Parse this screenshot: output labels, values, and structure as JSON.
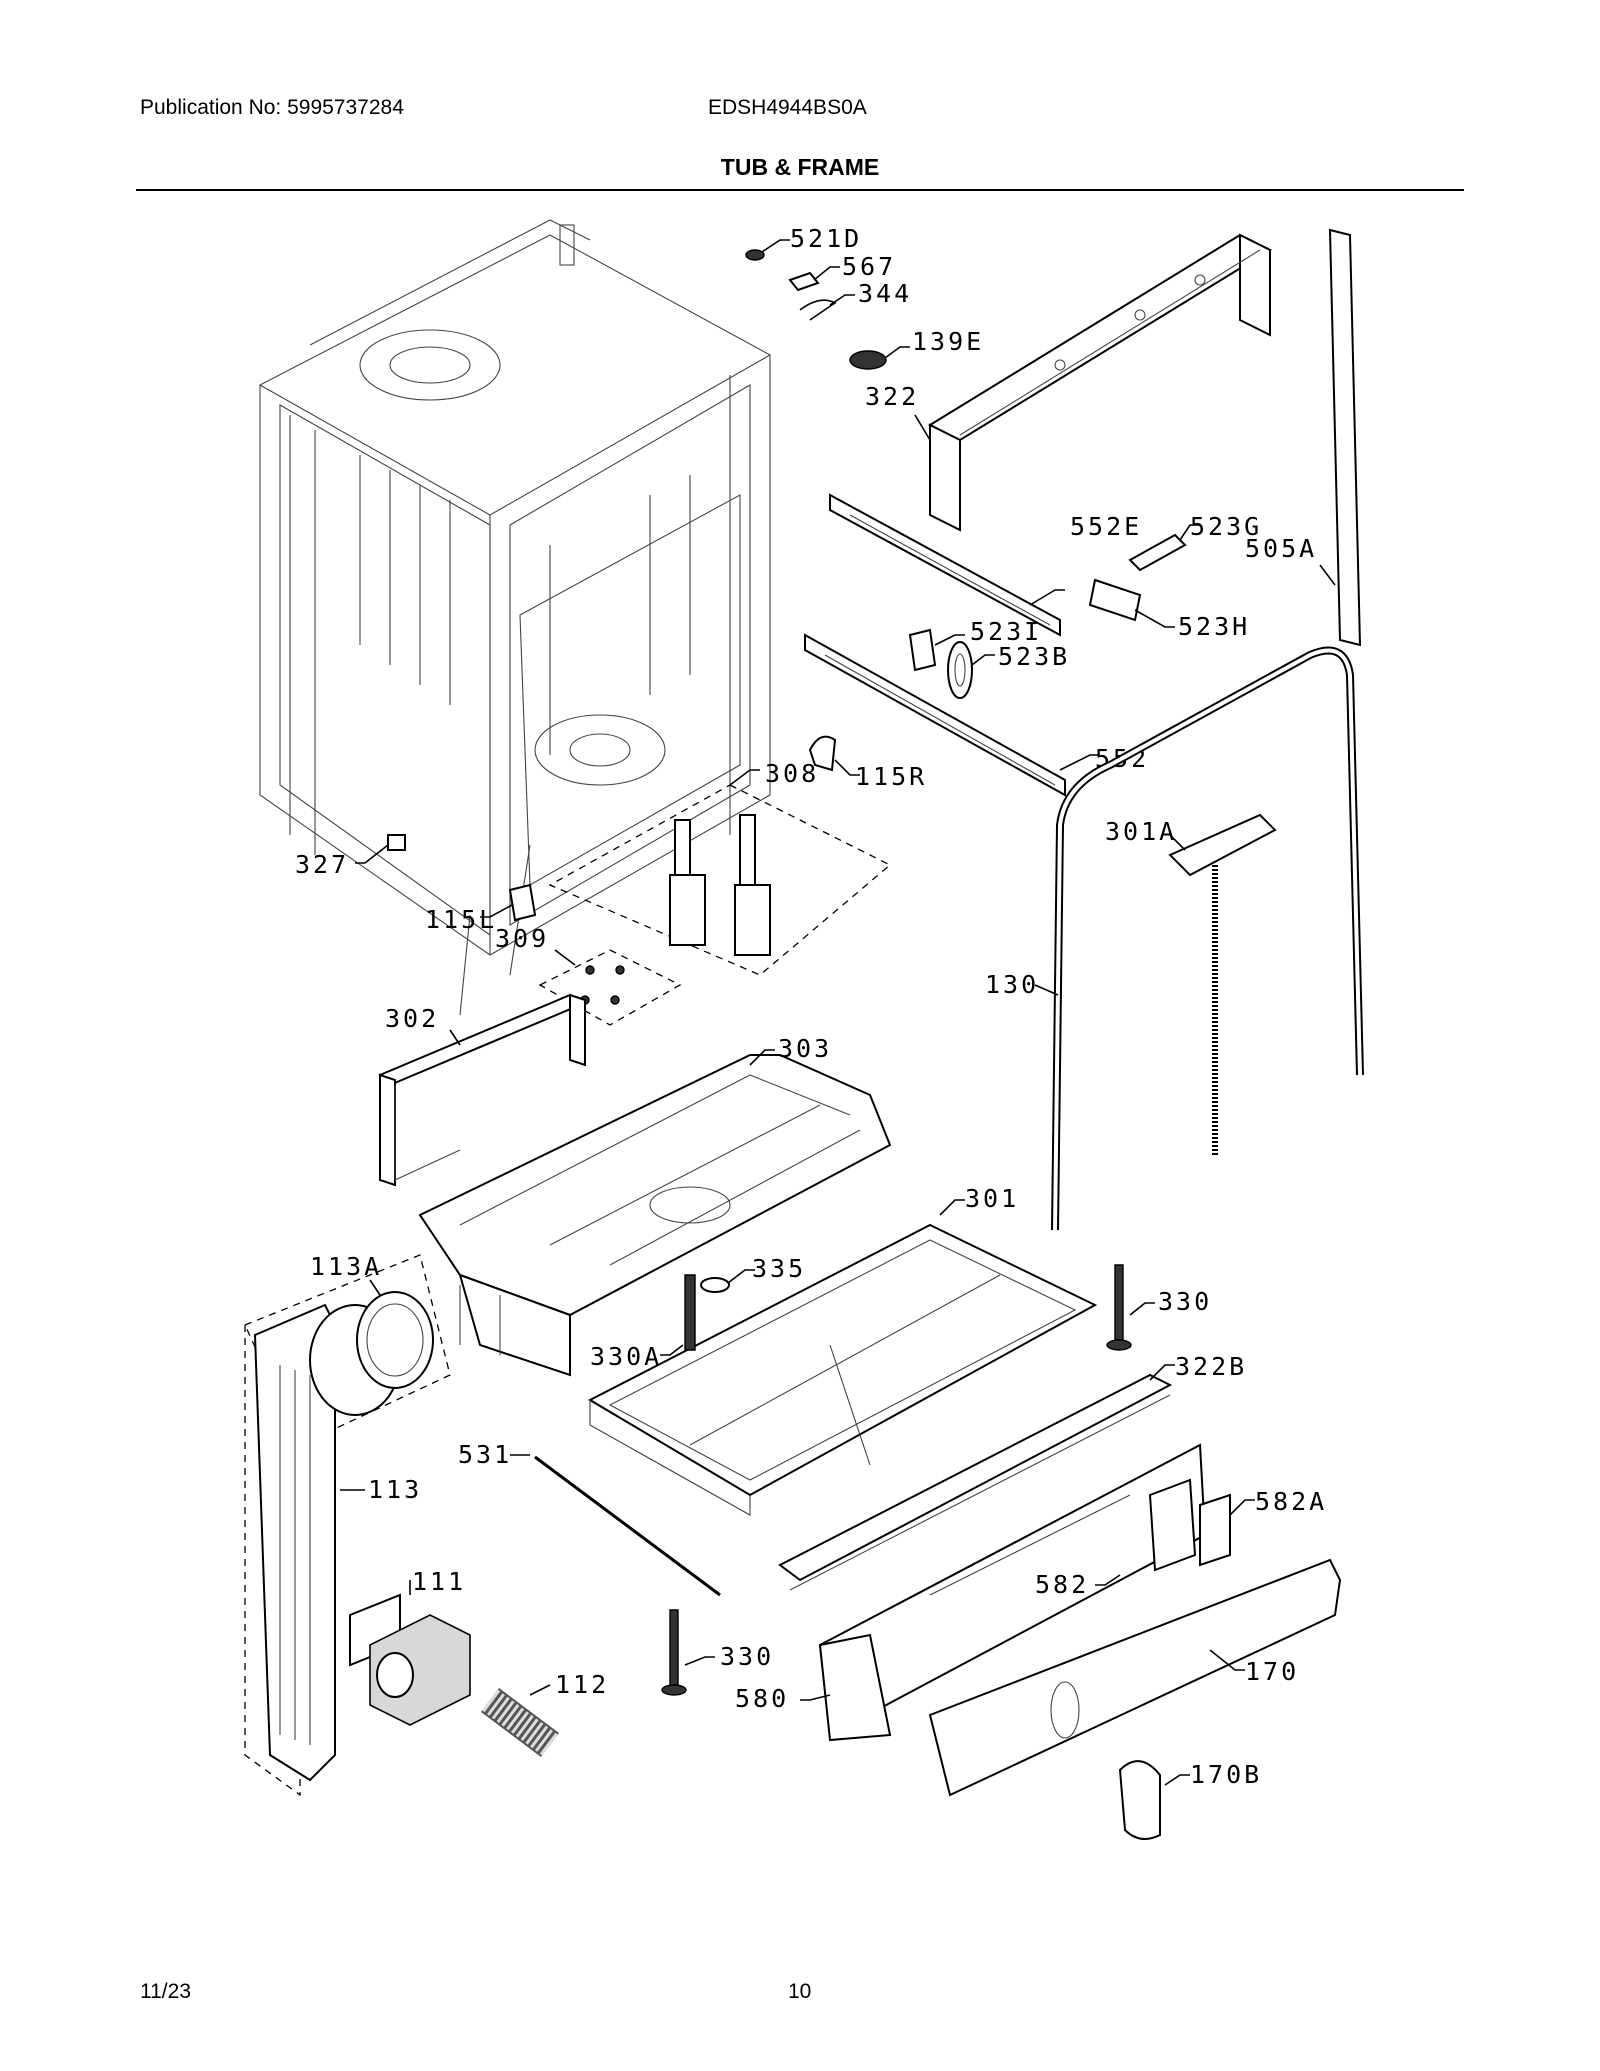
{
  "header": {
    "publication": "Publication No: 5995737284",
    "model": "EDSH4944BS0A",
    "section_title": "TUB & FRAME"
  },
  "footer": {
    "date": "11/23",
    "page_number": "10"
  },
  "callouts": {
    "c521D": "521D",
    "c567": "567",
    "c344": "344",
    "c139E": "139E",
    "c322": "322",
    "c552E": "552E",
    "c523G": "523G",
    "c505A": "505A",
    "c523I": "523I",
    "c523H": "523H",
    "c523B": "523B",
    "c115R": "115R",
    "c552": "552",
    "c308": "308",
    "c327": "327",
    "c301A": "301A",
    "c115L": "115L",
    "c309": "309",
    "c130": "130",
    "c302": "302",
    "c303": "303",
    "c301": "301",
    "c113A": "113A",
    "c335": "335",
    "c330": "330",
    "c330A": "330A",
    "c322B": "322B",
    "c531": "531",
    "c113": "113",
    "c582A": "582A",
    "c111": "111",
    "c330b": "330",
    "c582": "582",
    "c580": "580",
    "c170": "170",
    "c112": "112",
    "c170B": "170B"
  }
}
